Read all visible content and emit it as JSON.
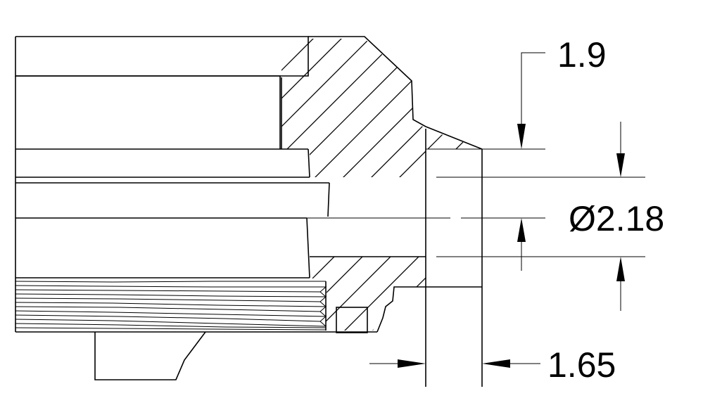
{
  "drawing": {
    "dimensions": {
      "top_offset": "1.9",
      "bore_diameter": "Ø2.18",
      "width": "1.65"
    }
  }
}
